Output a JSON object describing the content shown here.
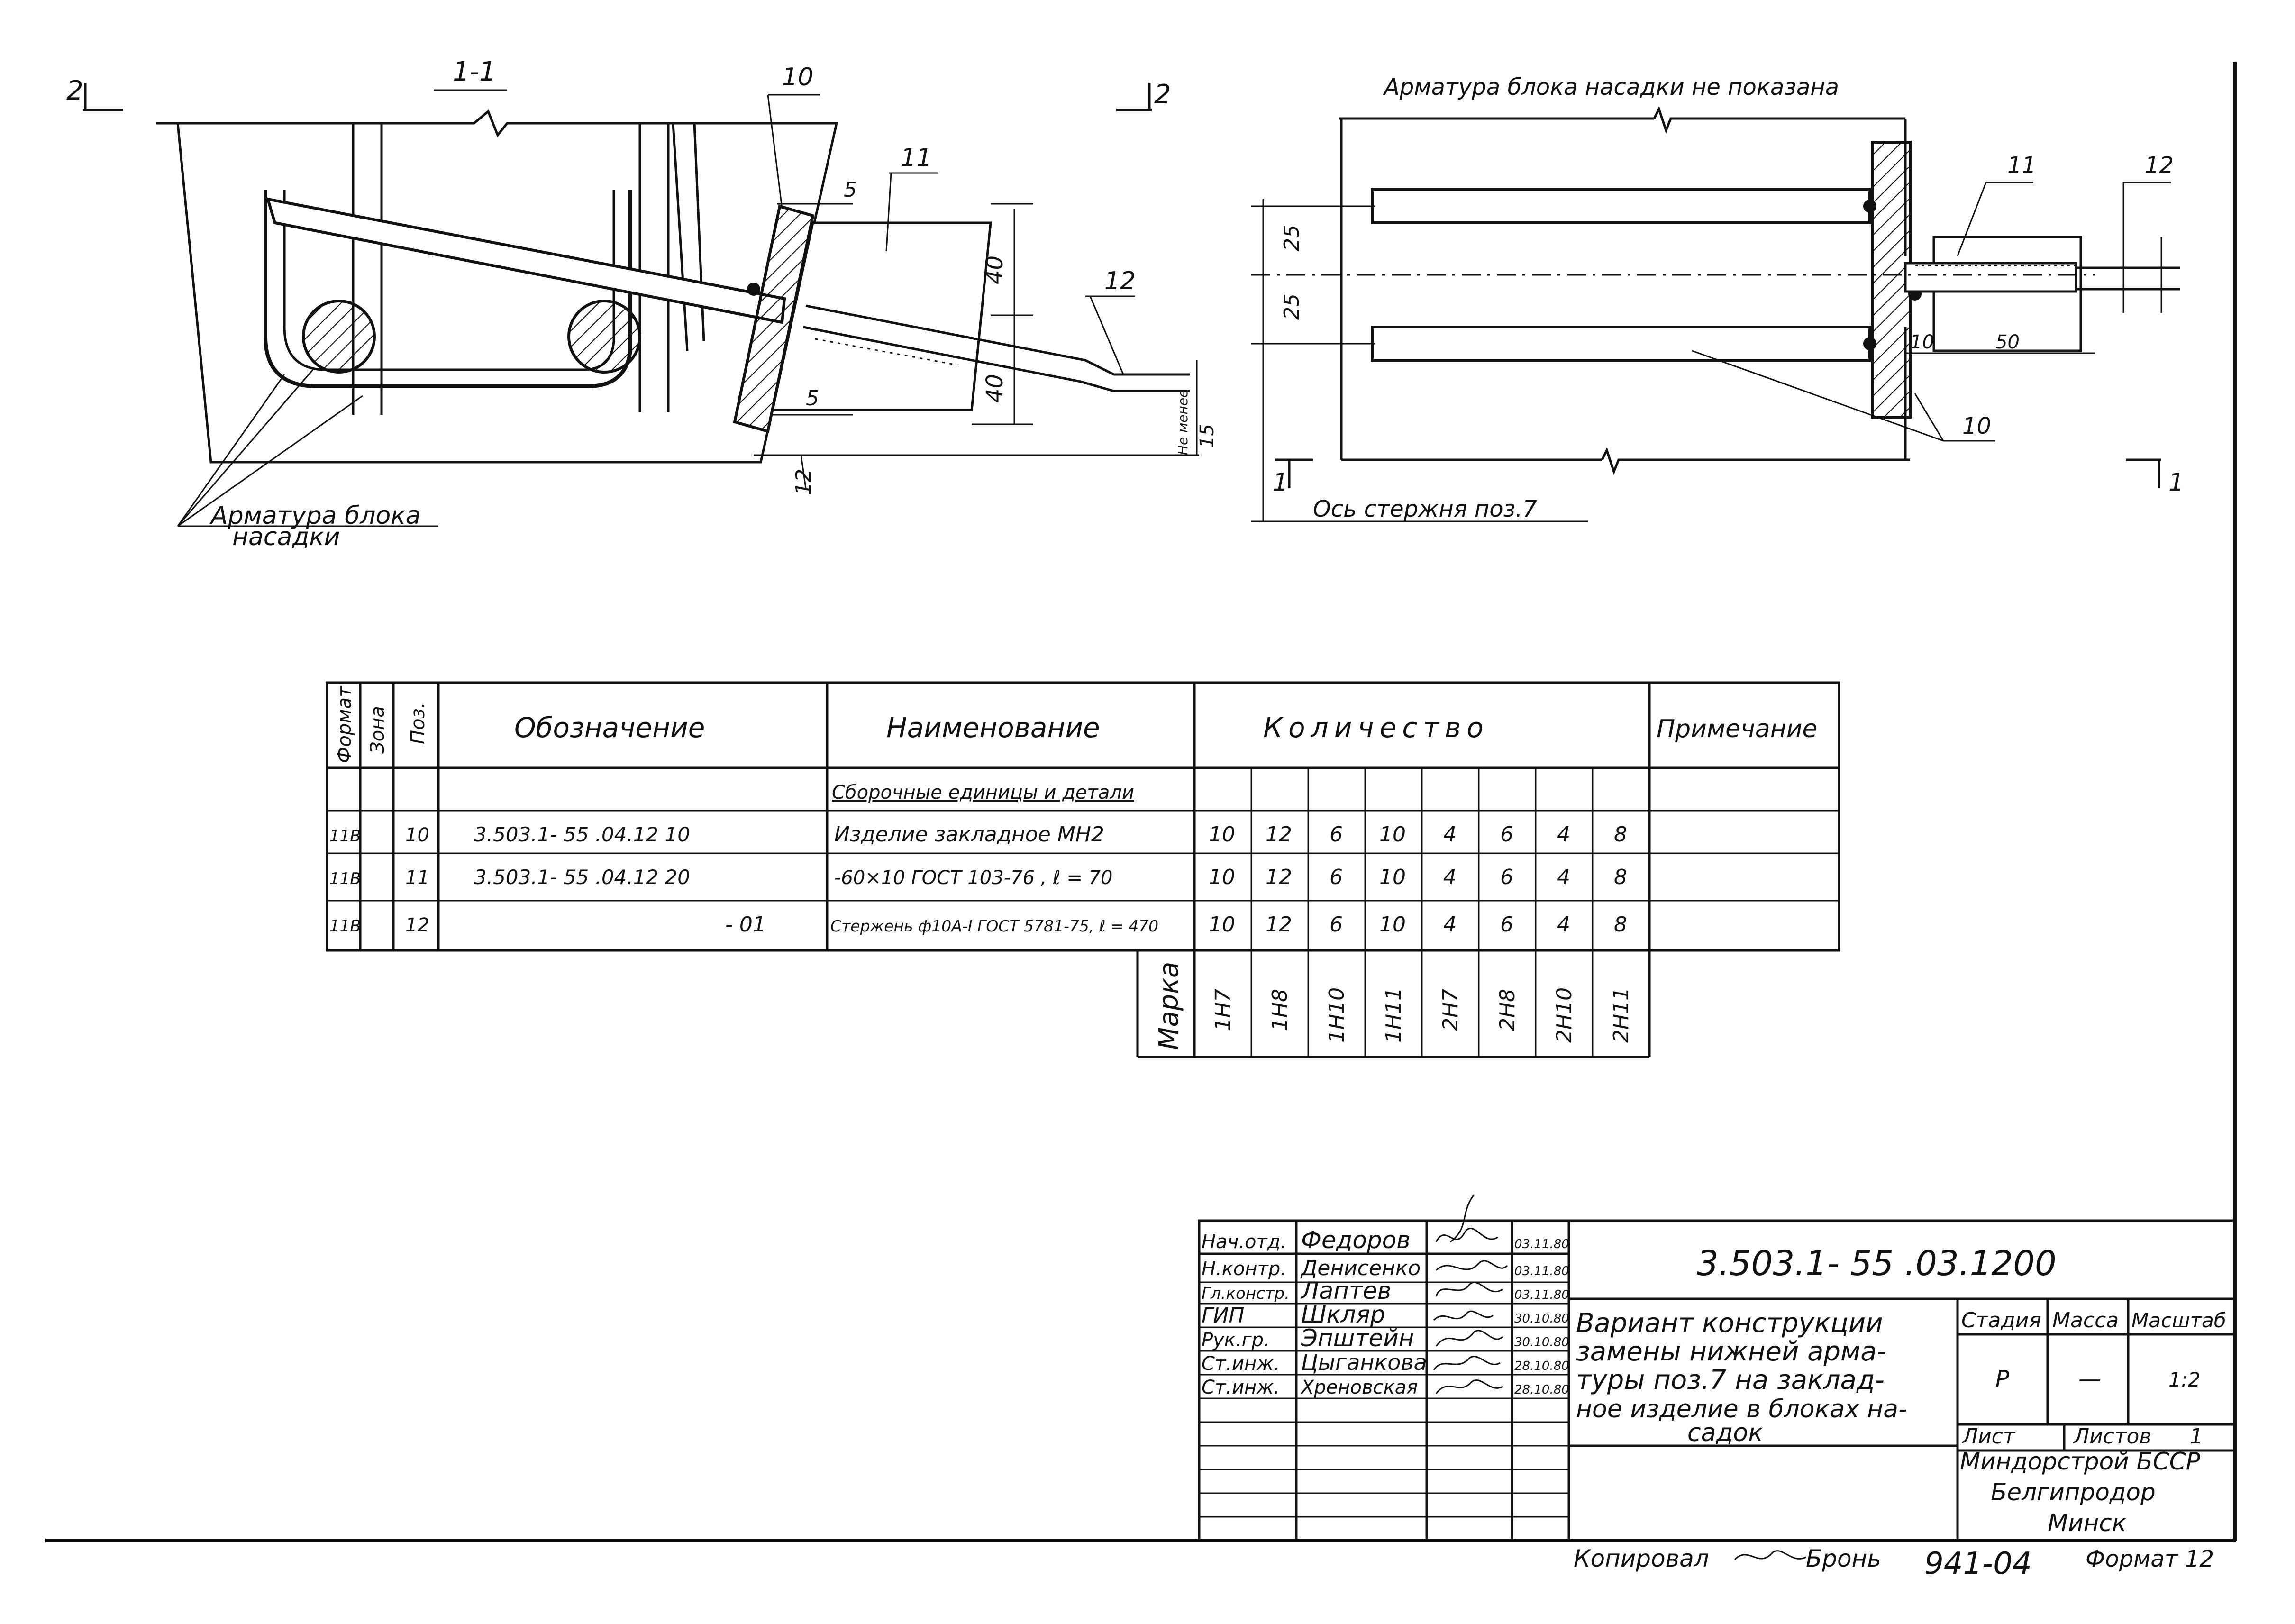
{
  "section_left": {
    "section_mark_left": "2",
    "section_mark_right": "2",
    "section_title": "1-1",
    "labels": {
      "pos10": "10",
      "pos11": "11",
      "pos12": "12",
      "dim5_top": "5",
      "dim5_bottom": "5",
      "dim40_top": "40",
      "dim40_bottom": "40",
      "dim12": "12",
      "dim15": "15",
      "ne_menee": "Не менее"
    },
    "note_line1": "Арматура блока",
    "note_line2": "насадки"
  },
  "section_right": {
    "note_top": "Арматура блока насадки не показана",
    "labels": {
      "pos11": "11",
      "pos12": "12",
      "pos10": "10",
      "dim25_top": "25",
      "dim25_bottom": "25",
      "dim10": "10",
      "dim50": "50"
    },
    "axis_note": "Ось стержня поз.7",
    "section_mark_left": "1",
    "section_mark_right": "1"
  },
  "spec_table": {
    "headers": {
      "format": "Формат",
      "zone": "Зона",
      "pos": "Поз.",
      "designation": "Обозначение",
      "name": "Наименование",
      "quantity": "Количество",
      "note": "Примечание"
    },
    "section_heading": "Сборочные единицы и детали",
    "rows": [
      {
        "format": "11В",
        "pos": "10",
        "designation": "3.503.1- 55 .04.12 10",
        "name": "Изделие закладное МН2",
        "qty": [
          "10",
          "12",
          "6",
          "10",
          "4",
          "6",
          "4",
          "8"
        ]
      },
      {
        "format": "11В",
        "pos": "11",
        "designation": "3.503.1- 55 .04.12 20",
        "name": "-60×10 ГОСТ 103-76 , ℓ = 70",
        "qty": [
          "10",
          "12",
          "6",
          "10",
          "4",
          "6",
          "4",
          "8"
        ]
      },
      {
        "format": "11В",
        "pos": "12",
        "designation": "- 01",
        "name": "Стержень ф10А-I ГОСТ 5781-75, ℓ = 470",
        "qty": [
          "10",
          "12",
          "6",
          "10",
          "4",
          "6",
          "4",
          "8"
        ]
      }
    ],
    "marka_label": "Марка",
    "marks": [
      "1Н7",
      "1Н8",
      "1Н10",
      "1Н11",
      "2Н7",
      "2Н8",
      "2Н10",
      "2Н11"
    ]
  },
  "title_block": {
    "code": "3.503.1- 55 .03.1200",
    "signatories": [
      {
        "role": "Нач.отд.",
        "name": "Федоров",
        "date": "03.11.80"
      },
      {
        "role": "Н.контр.",
        "name": "Денисенко",
        "date": "03.11.80"
      },
      {
        "role": "Гл.констр.",
        "name": "Лаптев",
        "date": "03.11.80"
      },
      {
        "role": "ГИП",
        "name": "Шкляр",
        "date": "30.10.80"
      },
      {
        "role": "Рук.гр.",
        "name": "Эпштейн",
        "date": "30.10.80"
      },
      {
        "role": "Ст.инж.",
        "name": "Цыганкова",
        "date": "28.10.80"
      },
      {
        "role": "Ст.инж.",
        "name": "Хреновская",
        "date": "28.10.80"
      }
    ],
    "title_lines": [
      "Вариант конструкции",
      "замены нижней арма-",
      "туры поз.7 на заклад-",
      "ное изделие в блоках на-",
      "садок"
    ],
    "stage_label": "Стадия",
    "mass_label": "Масса",
    "scale_label": "Масштаб",
    "stage_value": "Р",
    "mass_value": "—",
    "scale_value": "1:2",
    "sheet_label": "Лист",
    "sheets_label": "Листов",
    "sheets_value": "1",
    "org_lines": [
      "Миндорстрой БССР",
      "Белгипродор",
      "Минск"
    ]
  },
  "footer": {
    "copied": "Копировал",
    "copier": "Бронь",
    "stamp": "941-04",
    "format": "Формат 12"
  }
}
